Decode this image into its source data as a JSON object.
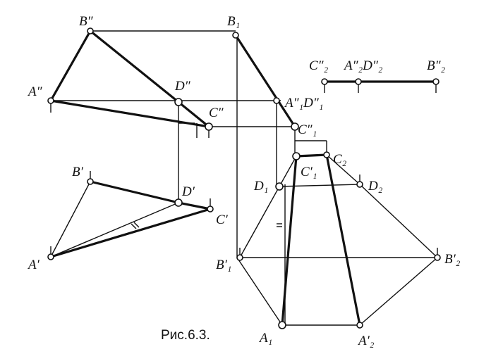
{
  "figure": {
    "caption": "Рис.6.3."
  },
  "labels": {
    "B_pp": "B″",
    "B1": "B₁",
    "A_pp": "A″",
    "D_pp": "D″",
    "C_pp": "C″",
    "A1pp_D1pp": "A″₁D″₁",
    "C1pp": "C″₁",
    "C2pp": "C″₂",
    "A2pp_D2pp": "A″₂D″₂",
    "B2pp": "B″₂",
    "B_p": "B′",
    "D_p": "D′",
    "C_p": "C′",
    "A_p": "A′",
    "C1p": "C′₁",
    "C2": "C₂",
    "D1": "D₁",
    "D2": "D₂",
    "B1p": "B′₁",
    "B2p": "B′₂",
    "A1": "A₁",
    "A2p": "A′₂"
  }
}
